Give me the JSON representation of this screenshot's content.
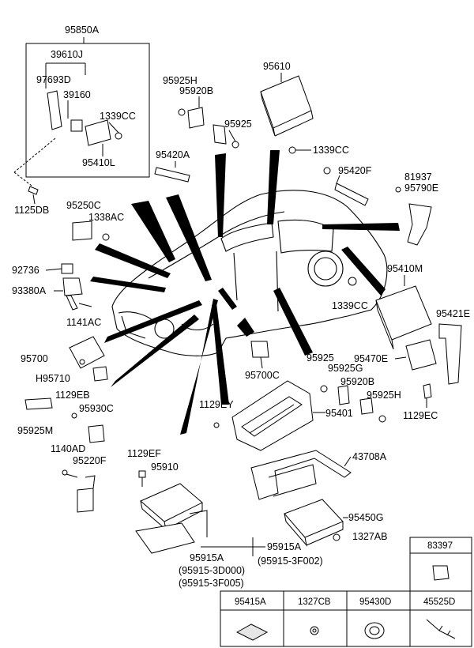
{
  "labels": {
    "p95850A": "95850A",
    "p39610J": "39610J",
    "p97693D": "97693D",
    "p39160": "39160",
    "p1339CC_a": "1339CC",
    "p95410L": "95410L",
    "p1125DB": "1125DB",
    "p95925H_a": "95925H",
    "p95920B_a": "95920B",
    "p95925_a": "95925",
    "p95610": "95610",
    "p1339CC_b": "1339CC",
    "p95420A": "95420A",
    "p95420F": "95420F",
    "p81937": "81937",
    "p95790E": "95790E",
    "p95250C": "95250C",
    "p1338AC": "1338AC",
    "p92736": "92736",
    "p93380A": "93380A",
    "p1141AC": "1141AC",
    "p95410M": "95410M",
    "p1339CC_c": "1339CC",
    "p95421E": "95421E",
    "p95700": "95700",
    "pH95710": "H95710",
    "p95700C": "95700C",
    "p95925_b": "95925",
    "p95925G": "95925G",
    "p95470E": "95470E",
    "p95920B_b": "95920B",
    "p95925H_b": "95925H",
    "p1129EB": "1129EB",
    "p95930C": "95930C",
    "p95925M": "95925M",
    "p1129EY": "1129EY",
    "p95401": "95401",
    "p1129EC": "1129EC",
    "p1140AD": "1140AD",
    "p95220F": "95220F",
    "p1129EF": "1129EF",
    "p95910": "95910",
    "p43708A": "43708A",
    "p95450G": "95450G",
    "p1327AB": "1327AB",
    "p95915A_a": "95915A",
    "p95915A_b": "95915A",
    "p95915_3D000": "(95915-3D000)",
    "p95915_3F002": "(95915-3F002)",
    "p95915_3F005": "(95915-3F005)"
  },
  "table": {
    "corner_part": "83397",
    "columns": [
      "95415A",
      "1327CB",
      "95430D",
      "45525D"
    ]
  }
}
